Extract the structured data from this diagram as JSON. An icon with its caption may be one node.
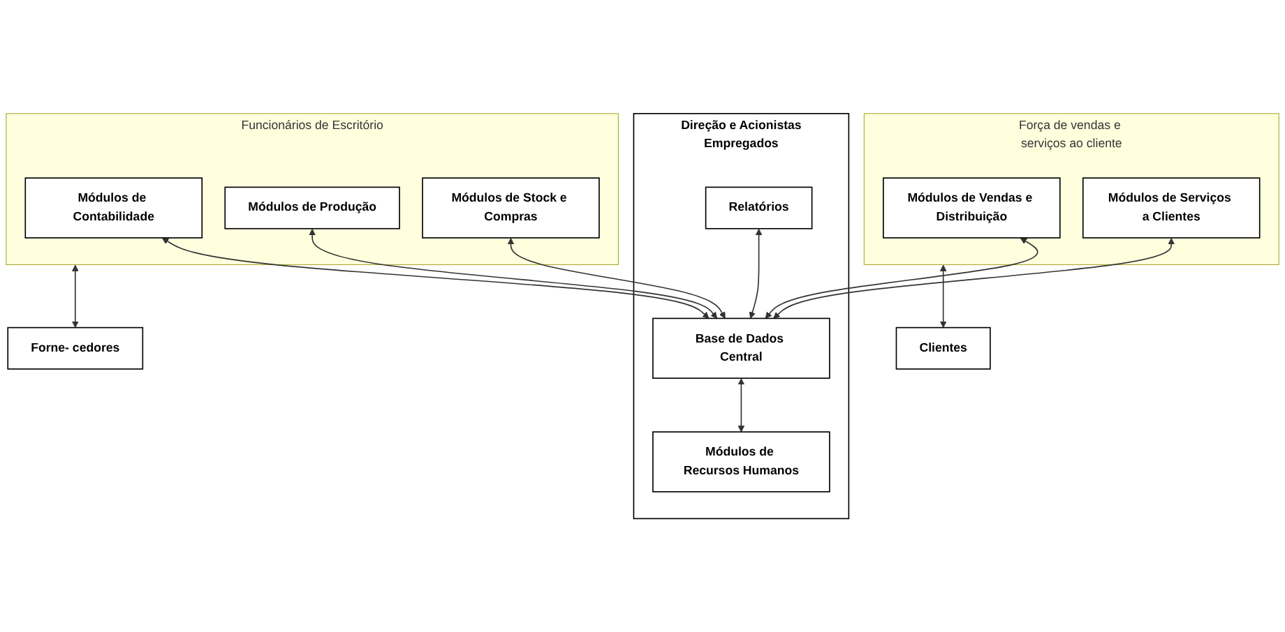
{
  "diagram": {
    "nodes": [
      {
        "text": [
          "Clientes"
        ]
      },
      {
        "text": [
          "Força de vendas e serviços ao cliente"
        ]
      },
      {
        "text": [
          "Direção e Acionistas",
          "Empregados"
        ]
      },
      {
        "text": [
          "Relatórios"
        ],
        "in": 2
      },
      {
        "text": [
          "Módulos de Vendas e Distribuição"
        ],
        "in": 1
      },
      {
        "text": [
          "Base de Dados Central"
        ],
        "in": 2
      },
      {
        "text": [
          "Módulos de Serviços a Clientes"
        ],
        "in": 1
      },
      {
        "text": [
          "Módulos de Recursos Humanos"
        ],
        "in": 2
      },
      {
        "text": [
          "Funcionários de Escritório"
        ]
      },
      {
        "text": [
          "Forne- cedores"
        ]
      },
      {
        "text": [
          "Módulos de Contabilidade"
        ],
        "in": 8
      },
      {
        "text": [
          "Módulos de Produção"
        ],
        "in": 8
      },
      {
        "text": [
          "Módulos de Stock e Compras"
        ],
        "in": 8
      }
    ],
    "edges": [
      {
        "from": 1,
        "to": 0,
        "arrow": "both"
      },
      {
        "from": 4,
        "to": 5,
        "arrow": "both"
      },
      {
        "from": 6,
        "to": 5,
        "arrow": "both"
      },
      {
        "from": 3,
        "to": 5,
        "arrow": "both"
      },
      {
        "from": 5,
        "to": 7,
        "arrow": "both"
      },
      {
        "from": 10,
        "to": 5,
        "arrow": "both"
      },
      {
        "from": 11,
        "to": 5,
        "arrow": "both"
      },
      {
        "from": 12,
        "to": 5,
        "arrow": "both"
      },
      {
        "from": 8,
        "to": 9,
        "arrow": "both"
      }
    ]
  }
}
